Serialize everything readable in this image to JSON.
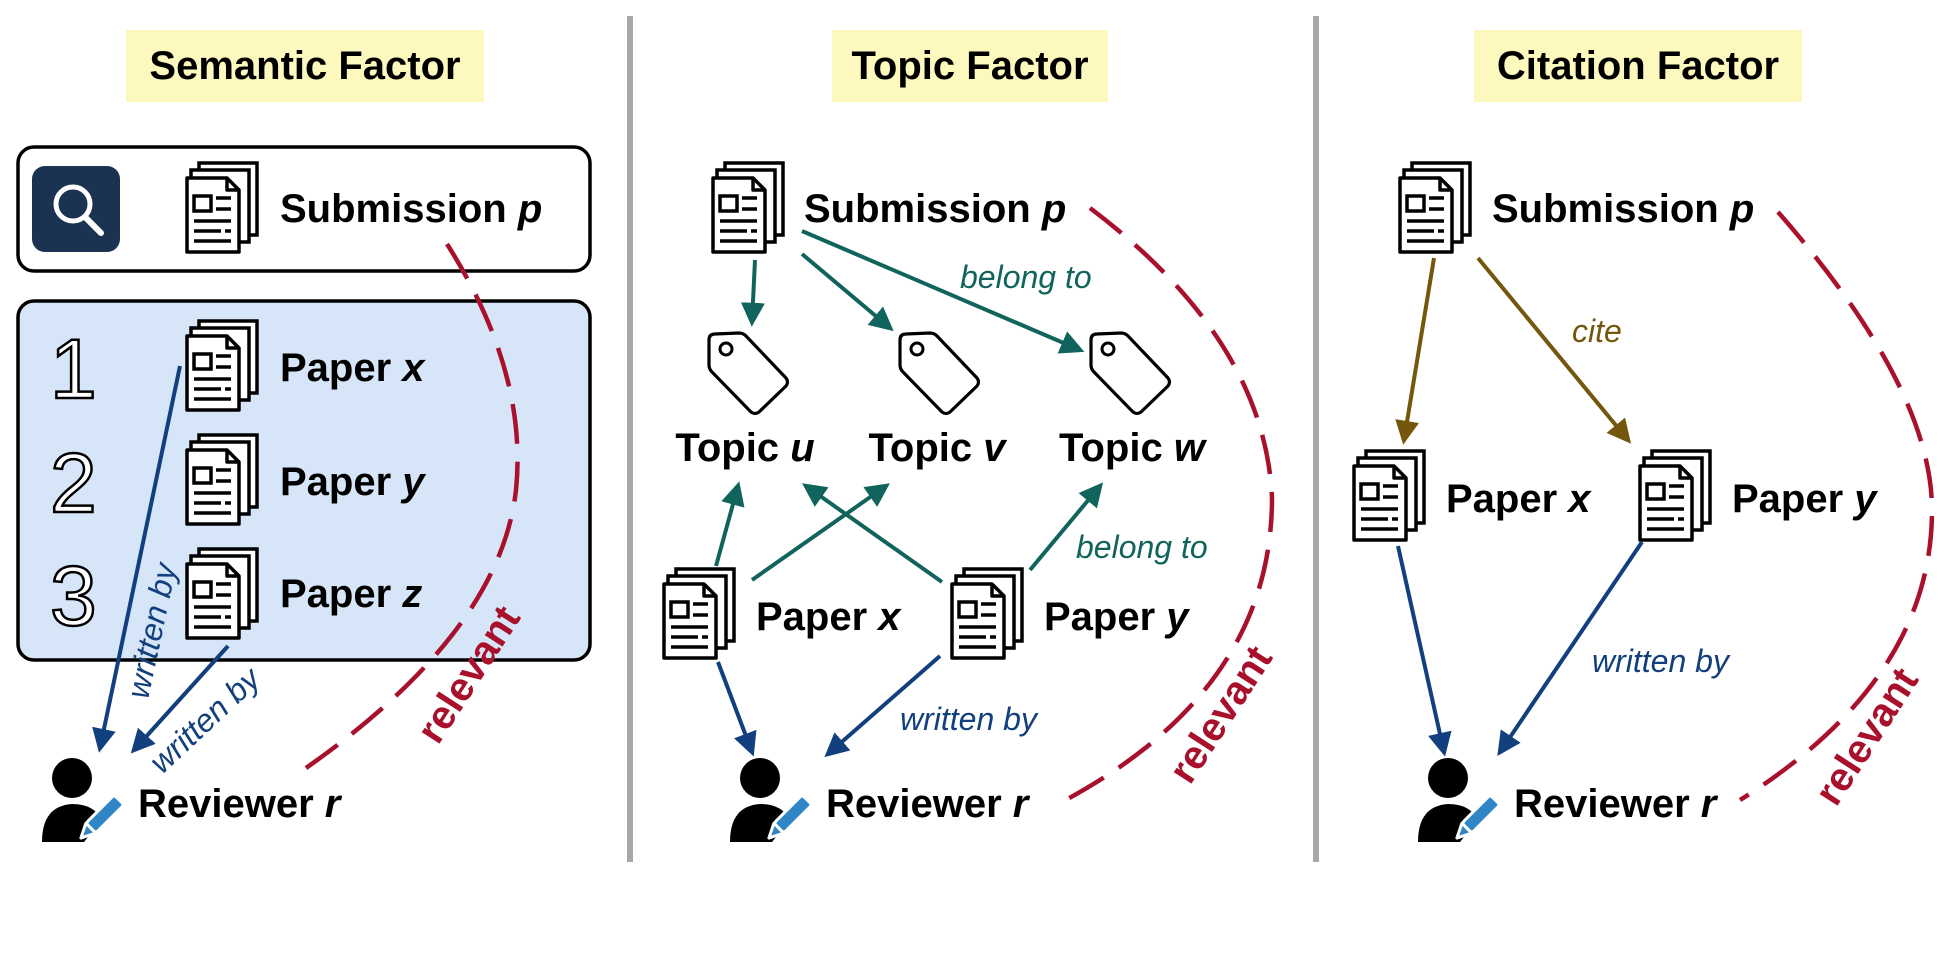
{
  "panels": {
    "semantic": {
      "title": "Semantic Factor",
      "submission": {
        "name": "Submission",
        "var": "p"
      },
      "ranked_papers": [
        {
          "rank": "1",
          "name": "Paper",
          "var": "x"
        },
        {
          "rank": "2",
          "name": "Paper",
          "var": "y"
        },
        {
          "rank": "3",
          "name": "Paper",
          "var": "z"
        }
      ],
      "reviewer": {
        "name": "Reviewer",
        "var": "r"
      },
      "edge_labels": {
        "written_by_1": "written by",
        "written_by_2": "written by"
      },
      "relevant": "relevant"
    },
    "topic": {
      "title": "Topic Factor",
      "submission": {
        "name": "Submission",
        "var": "p"
      },
      "topics": [
        {
          "name": "Topic",
          "var": "u"
        },
        {
          "name": "Topic",
          "var": "v"
        },
        {
          "name": "Topic",
          "var": "w"
        }
      ],
      "papers": [
        {
          "name": "Paper",
          "var": "x"
        },
        {
          "name": "Paper",
          "var": "y"
        }
      ],
      "reviewer": {
        "name": "Reviewer",
        "var": "r"
      },
      "edge_labels": {
        "belong_to_top": "belong to",
        "belong_to_bottom": "belong to",
        "written_by": "written by"
      },
      "relevant": "relevant"
    },
    "citation": {
      "title": "Citation Factor",
      "submission": {
        "name": "Submission",
        "var": "p"
      },
      "papers": [
        {
          "name": "Paper",
          "var": "x"
        },
        {
          "name": "Paper",
          "var": "y"
        }
      ],
      "reviewer": {
        "name": "Reviewer",
        "var": "r"
      },
      "edge_labels": {
        "cite": "cite",
        "written_by": "written by"
      },
      "relevant": "relevant"
    }
  },
  "colors": {
    "title_bg": "#fdf8be",
    "retrieval_box": "#d6e6f8",
    "search_bg": "#1b3350",
    "written_by": "#123f7d",
    "belong_to": "#11645c",
    "cite": "#74570c",
    "relevant": "#a8102c",
    "divider": "#a8a8a8",
    "pen": "#2f86c6"
  },
  "icons": [
    "document-icon",
    "search-icon",
    "tag-icon",
    "reviewer-icon"
  ]
}
